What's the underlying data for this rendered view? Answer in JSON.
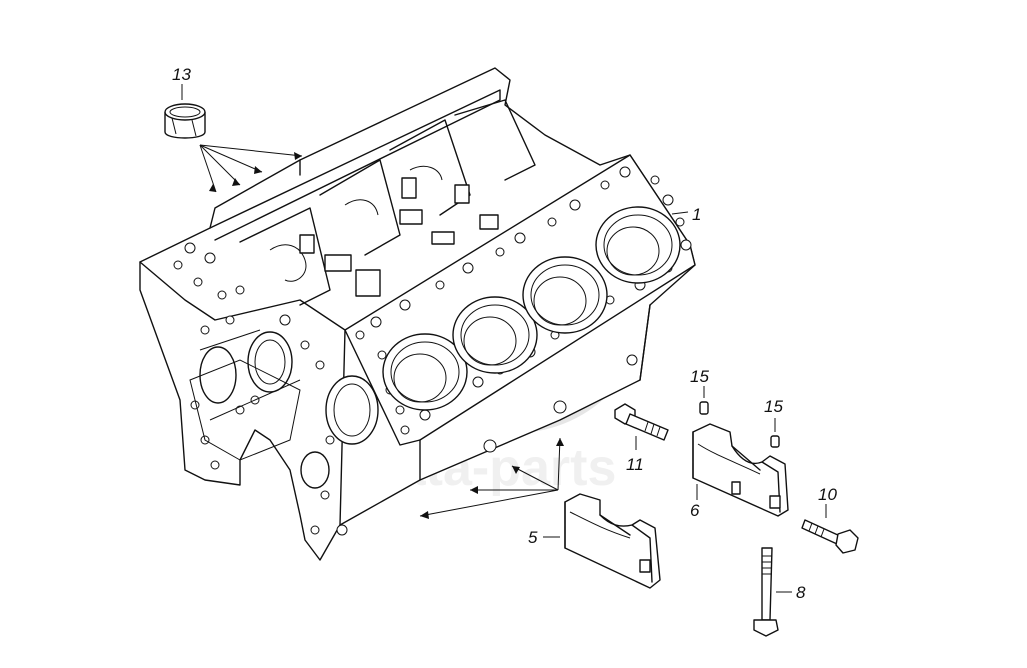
{
  "labels": {
    "p1": "1",
    "p5": "5",
    "p6": "6",
    "p8": "8",
    "p10": "10",
    "p11": "11",
    "p13": "13",
    "p15a": "15",
    "p15b": "15"
  },
  "watermark": {
    "text": "data-parts"
  },
  "colors": {
    "line": "#111111",
    "background": "#ffffff",
    "watermark": "#c8c8c8"
  }
}
